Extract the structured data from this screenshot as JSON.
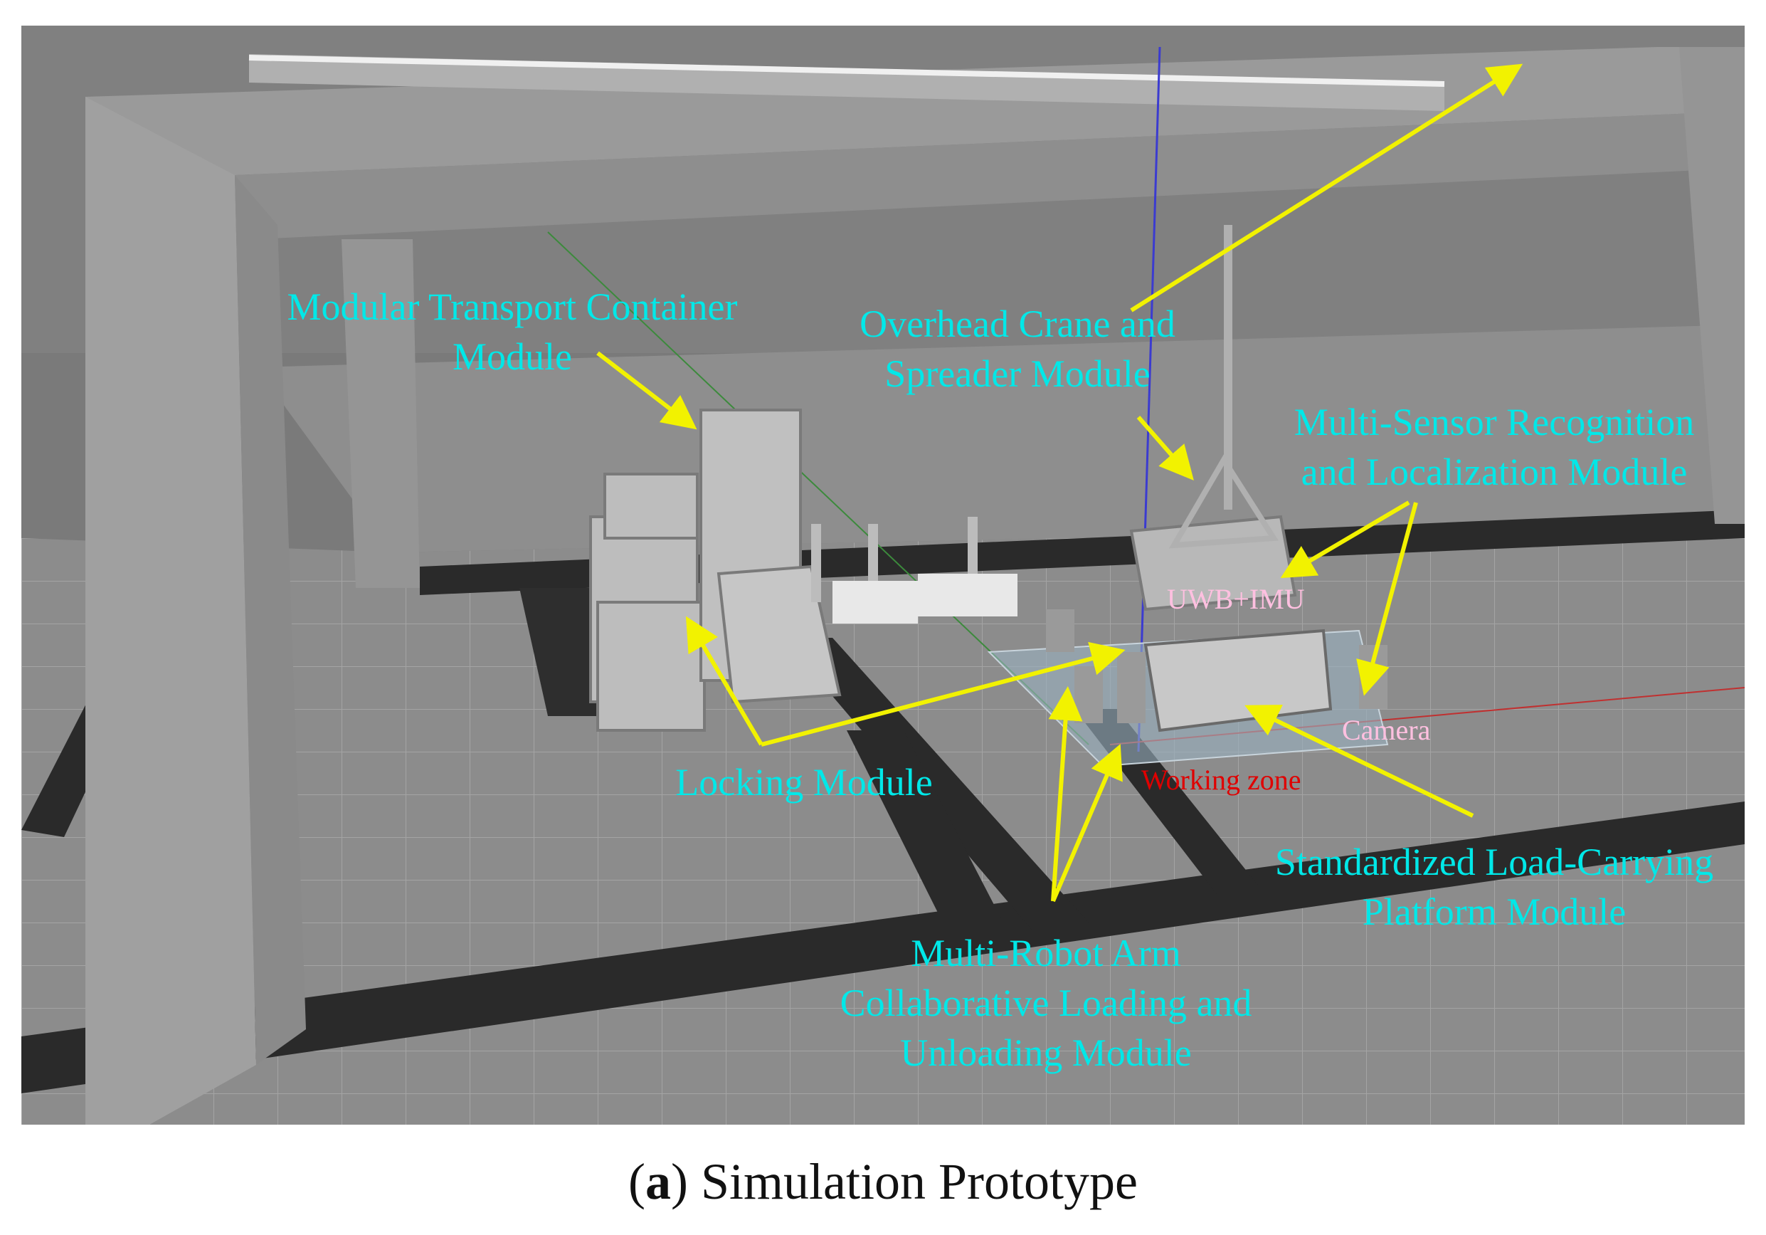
{
  "labels": {
    "container": [
      "Modular Transport Container",
      "Module"
    ],
    "crane": [
      "Overhead Crane and",
      "Spreader Module"
    ],
    "sensor": [
      "Multi-Sensor Recognition",
      "and Localization Module"
    ],
    "locking": "Locking Module",
    "platform": [
      "Standardized Load-Carrying",
      "Platform Module"
    ],
    "robot_arm": [
      "Multi-Robot Arm",
      "Collaborative Loading and",
      "Unloading Module"
    ],
    "uwb": "UWB+IMU",
    "camera": "Camera",
    "working_zone": "Working zone"
  },
  "caption": {
    "letter": "a",
    "text": " Simulation Prototype"
  },
  "colors": {
    "label": "#00e8e8",
    "arrow": "#f2f200",
    "uwb": "#ffc0e0",
    "camera": "#ffc0e0",
    "working_zone": "#e00000",
    "floor": "#8a8a8a",
    "stripe": "#2a2a2a",
    "frame": "#9a9a9a"
  }
}
